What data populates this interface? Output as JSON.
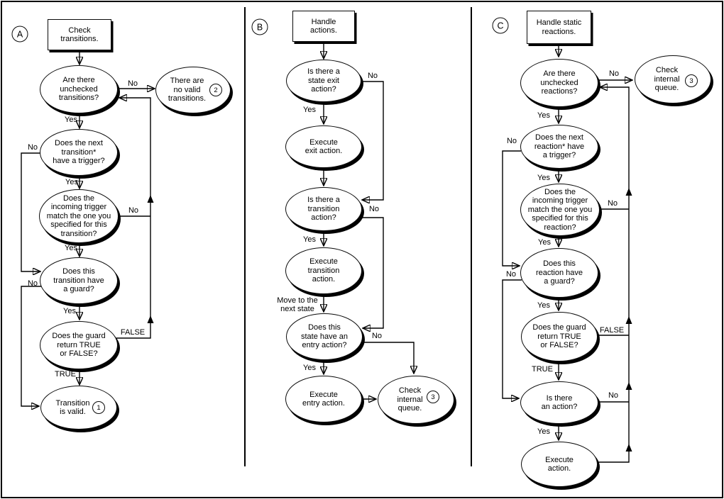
{
  "diagram": {
    "background": "#ffffff",
    "line_color": "#000000",
    "node_fill": "#ffffff",
    "panels": [
      {
        "id": "A",
        "nodes": [
          {
            "type": "process",
            "lines": [
              "Check",
              "transitions."
            ]
          },
          {
            "type": "decision",
            "lines": [
              "Are there",
              "unchecked",
              "transitions?"
            ]
          },
          {
            "type": "terminal",
            "lines": [
              "There are",
              "no valid",
              "transitions."
            ],
            "badge": "2"
          },
          {
            "type": "decision",
            "lines": [
              "Does the next",
              "transition*",
              "have a trigger?"
            ]
          },
          {
            "type": "decision",
            "lines": [
              "Does the",
              "incoming trigger",
              "match the one you",
              "specified for this",
              "transition?"
            ]
          },
          {
            "type": "decision",
            "lines": [
              "Does this",
              "transition have",
              "a guard?"
            ]
          },
          {
            "type": "decision",
            "lines": [
              "Does the guard",
              "return TRUE",
              "or FALSE?"
            ]
          },
          {
            "type": "terminal",
            "lines": [
              "Transition",
              "is valid."
            ],
            "badge": "1"
          }
        ],
        "labels": [
          "No",
          "Yes",
          "No",
          "Yes",
          "No",
          "Yes",
          "No",
          "Yes",
          "FALSE",
          "TRUE"
        ]
      },
      {
        "id": "B",
        "nodes": [
          {
            "type": "process",
            "lines": [
              "Handle",
              "actions."
            ]
          },
          {
            "type": "decision",
            "lines": [
              "Is there a",
              "state exit",
              "action?"
            ]
          },
          {
            "type": "process",
            "lines": [
              "Execute",
              "exit action."
            ]
          },
          {
            "type": "decision",
            "lines": [
              "Is there a",
              "transition",
              "action?"
            ]
          },
          {
            "type": "process",
            "lines": [
              "Execute",
              "transition",
              "action."
            ]
          },
          {
            "type": "decision",
            "lines": [
              "Does this",
              "state have an",
              "entry action?"
            ]
          },
          {
            "type": "process",
            "lines": [
              "Execute",
              "entry action."
            ]
          },
          {
            "type": "terminal",
            "lines": [
              "Check",
              "internal",
              "queue."
            ],
            "badge": "3"
          }
        ],
        "labels": [
          "No",
          "Yes",
          "No",
          "Yes",
          "No",
          "Yes"
        ],
        "move_note": [
          "Move to the",
          "next state"
        ]
      },
      {
        "id": "C",
        "nodes": [
          {
            "type": "process",
            "lines": [
              "Handle static",
              "reactions."
            ]
          },
          {
            "type": "decision",
            "lines": [
              "Are there",
              "unchecked",
              "reactions?"
            ]
          },
          {
            "type": "terminal",
            "lines": [
              "Check",
              "internal",
              "queue."
            ],
            "badge": "3"
          },
          {
            "type": "decision",
            "lines": [
              "Does the next",
              "reaction* have",
              "a trigger?"
            ]
          },
          {
            "type": "decision",
            "lines": [
              "Does the",
              "incoming trigger",
              "match the one you",
              "specified for this",
              "reaction?"
            ]
          },
          {
            "type": "decision",
            "lines": [
              "Does this",
              "reaction have",
              "a guard?"
            ]
          },
          {
            "type": "decision",
            "lines": [
              "Does the guard",
              "return TRUE",
              "or FALSE?"
            ]
          },
          {
            "type": "decision",
            "lines": [
              "Is there",
              "an action?"
            ]
          },
          {
            "type": "process",
            "lines": [
              "Execute",
              "action."
            ]
          }
        ],
        "labels": [
          "No",
          "Yes",
          "No",
          "Yes",
          "No",
          "Yes",
          "No",
          "Yes",
          "FALSE",
          "TRUE",
          "No",
          "Yes"
        ]
      }
    ]
  }
}
